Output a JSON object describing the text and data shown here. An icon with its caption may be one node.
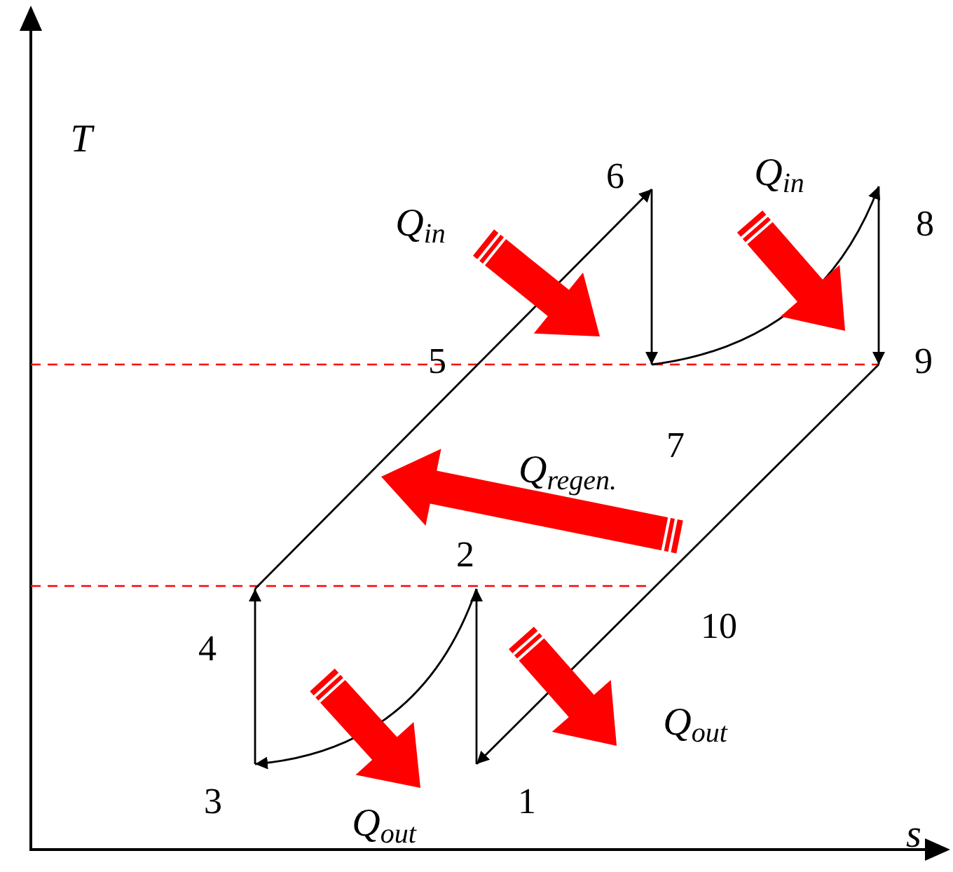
{
  "diagram": {
    "nodes": [
      {
        "text": [
          "1"
        ]
      },
      {
        "text": [
          "2"
        ]
      },
      {
        "text": [
          "3"
        ]
      },
      {
        "text": [
          "4"
        ]
      },
      {
        "text": [
          "5"
        ]
      },
      {
        "text": [
          "6"
        ]
      },
      {
        "text": [
          "7"
        ]
      },
      {
        "text": [
          "8"
        ]
      },
      {
        "text": [
          "9"
        ]
      },
      {
        "text": [
          "10"
        ]
      }
    ],
    "edges": [
      {
        "from": 0,
        "to": 1,
        "arrow": "to"
      },
      {
        "from": 1,
        "to": 2,
        "arrow": "to"
      },
      {
        "from": 2,
        "to": 3,
        "arrow": "to"
      },
      {
        "from": 3,
        "to": 5,
        "arrow": "to"
      },
      {
        "from": 5,
        "to": 6,
        "arrow": "to"
      },
      {
        "from": 6,
        "to": 7,
        "arrow": "to"
      },
      {
        "from": 7,
        "to": 8,
        "arrow": "to"
      },
      {
        "from": 8,
        "to": 0,
        "arrow": "to"
      }
    ],
    "labels": [
      "T",
      "s",
      "Q$_{in}$",
      "Q$_{in}$",
      "Q$_{regen.}$",
      "Q$_{out}$",
      "Q$_{out}$"
    ]
  }
}
